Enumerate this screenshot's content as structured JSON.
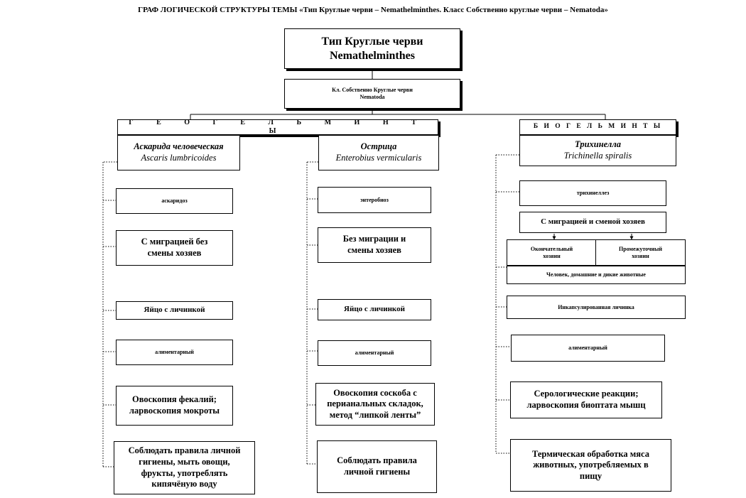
{
  "title": "ГРАФ ЛОГИЧЕСКОЙ СТРУКТУРЫ ТЕМЫ «Тип Круглые черви – Nemathelminthes. Класс Собственно круглые черви – Nematoda»",
  "root": {
    "line1": "Тип Круглые черви",
    "line2": "Nemathelminthes"
  },
  "class_box": {
    "line1": "Кл. Собственно Круглые черви",
    "line2": "Nematoda"
  },
  "geo_header": "Г Е О Г Е Л Ь М И Н Т Ы",
  "bio_header": "Б И О Г Е Л Ь М И Н Т Ы",
  "ascaris": {
    "name_ru": "Аскарида человеческая",
    "name_lat": "Ascaris lumbricoides",
    "disease": "аскаридоз",
    "cycle": "С миграцией без\nсмены хозяев",
    "invasive_stage": "Яйцо с личинкой",
    "route": "алиментарный",
    "diagnosis": "Овоскопия фекалий;\nларвоскопия мокроты",
    "prevention": "Соблюдать правила личной\nгигиены, мыть овощи,\nфрукты, употреблять\nкипячёную воду"
  },
  "enterobius": {
    "name_ru": "Острица",
    "name_lat": "Enterobius vermicularis",
    "disease": "энтеробиоз",
    "cycle": "Без миграции и\nсмены хозяев",
    "invasive_stage": "Яйцо с личинкой",
    "route": "алиментарный",
    "diagnosis": "Овоскопия соскоба с\nперианальных складок,\nметод “липкой ленты”",
    "prevention": "Соблюдать правила\nличной гигиены"
  },
  "trichinella": {
    "name_ru": "Трихинелла",
    "name_lat": "Trichinella spiralis",
    "disease": "трихинеллез",
    "cycle": "С миграцией и сменой хозяев",
    "definitive_host": "Окончательный\nхозяин",
    "intermediate_host": "Промежуточный\nхозяин",
    "hosts": "Человек, домашние и дикие животные",
    "invasive_stage": "Инкапсулированная личинка",
    "route": "алиментарный",
    "diagnosis": "Серологические реакции;\nларвоскопия биоптата мышц",
    "prevention": "Термическая обработка мяса\nживотных, употребляемых в\nпищу"
  }
}
